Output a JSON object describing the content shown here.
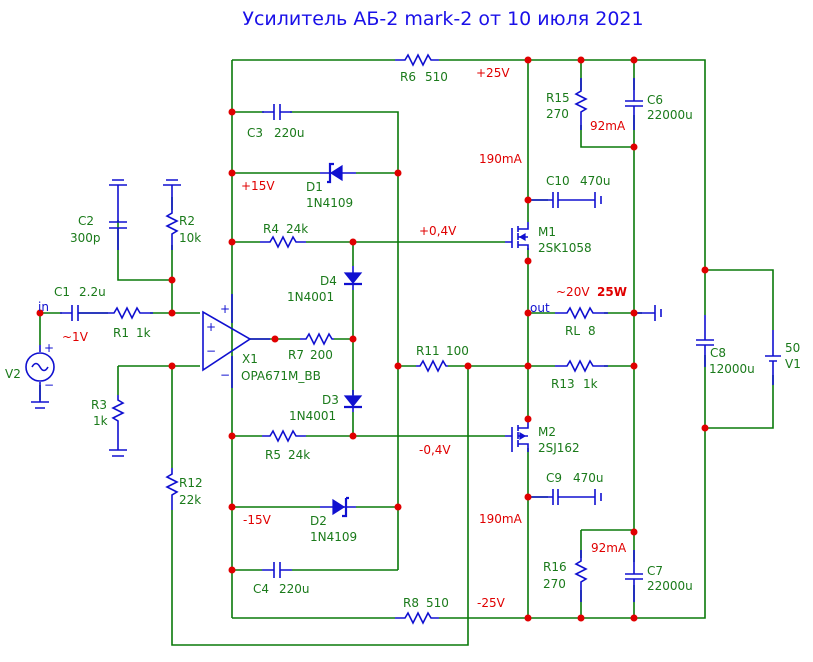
{
  "title": "Усилитель АБ-2 mark-2 от 10 июля 2021",
  "nets": {
    "in": "in",
    "out": "out"
  },
  "components": {
    "R1": {
      "ref": "R1",
      "value": "1k"
    },
    "R2": {
      "ref": "R2",
      "value": "10k"
    },
    "R3": {
      "ref": "R3",
      "value": "1k"
    },
    "R4": {
      "ref": "R4",
      "value": "24k"
    },
    "R5": {
      "ref": "R5",
      "value": "24k"
    },
    "R6": {
      "ref": "R6",
      "value": "510"
    },
    "R7": {
      "ref": "R7",
      "value": "200"
    },
    "R8": {
      "ref": "R8",
      "value": "510"
    },
    "R11": {
      "ref": "R11",
      "value": "100"
    },
    "R12": {
      "ref": "R12",
      "value": "22k"
    },
    "R13": {
      "ref": "R13",
      "value": "1k"
    },
    "R15": {
      "ref": "R15",
      "value": "270"
    },
    "R16": {
      "ref": "R16",
      "value": "270"
    },
    "RL": {
      "ref": "RL",
      "value": "8"
    },
    "C1": {
      "ref": "C1",
      "value": "2.2u"
    },
    "C2": {
      "ref": "C2",
      "value": "300p"
    },
    "C3": {
      "ref": "C3",
      "value": "220u"
    },
    "C4": {
      "ref": "C4",
      "value": "220u"
    },
    "C6": {
      "ref": "C6",
      "value": "22000u"
    },
    "C7": {
      "ref": "C7",
      "value": "22000u"
    },
    "C8": {
      "ref": "C8",
      "value": "12000u"
    },
    "C9": {
      "ref": "C9",
      "value": "470u"
    },
    "C10": {
      "ref": "C10",
      "value": "470u"
    },
    "D1": {
      "ref": "D1",
      "value": "1N4109"
    },
    "D2": {
      "ref": "D2",
      "value": "1N4109"
    },
    "D3": {
      "ref": "D3",
      "value": "1N4001"
    },
    "D4": {
      "ref": "D4",
      "value": "1N4001"
    },
    "M1": {
      "ref": "M1",
      "value": "2SK1058"
    },
    "M2": {
      "ref": "M2",
      "value": "2SJ162"
    },
    "X1": {
      "ref": "X1",
      "value": "OPA671M_BB"
    },
    "V1": {
      "ref": "V1",
      "value": "50"
    },
    "V2": {
      "ref": "V2"
    }
  },
  "annotations": {
    "vpos25": "+25V",
    "vneg25": "-25V",
    "vpos15": "+15V",
    "vneg15": "-15V",
    "bias_pos": "+0,4V",
    "bias_neg": "-0,4V",
    "i_m1": "190mA",
    "i_m2": "190mA",
    "i_r15": "92mA",
    "i_r16": "92mA",
    "vin": "~1V",
    "vout": "~20V",
    "pout": "25W"
  },
  "opamp_pins": {
    "plus": "+",
    "minus": "−",
    "vplus": "+",
    "vminus": "−"
  },
  "source_pins": {
    "plus": "+",
    "minus": "−"
  }
}
